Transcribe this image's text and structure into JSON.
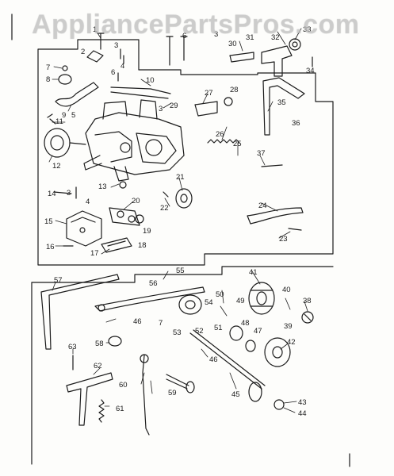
{
  "watermark": "AppliancePartsPros.com",
  "colors": {
    "ink": "#1b1b1b",
    "paper": "#fdfdfb",
    "watermark": "#c8c8c8"
  },
  "callouts": [
    {
      "id": "1",
      "text": "1"
    },
    {
      "id": "2",
      "text": "2"
    },
    {
      "id": "3a",
      "text": "3"
    },
    {
      "id": "3b",
      "text": "3"
    },
    {
      "id": "3c",
      "text": "3"
    },
    {
      "id": "3d",
      "text": "3"
    },
    {
      "id": "4a",
      "text": "4"
    },
    {
      "id": "4b",
      "text": "4"
    },
    {
      "id": "5",
      "text": "5"
    },
    {
      "id": "6a",
      "text": "6"
    },
    {
      "id": "6b",
      "text": "6"
    },
    {
      "id": "7a",
      "text": "7"
    },
    {
      "id": "7b",
      "text": "7"
    },
    {
      "id": "8",
      "text": "8"
    },
    {
      "id": "9",
      "text": "9"
    },
    {
      "id": "10",
      "text": "10"
    },
    {
      "id": "11",
      "text": "11"
    },
    {
      "id": "12",
      "text": "12"
    },
    {
      "id": "13",
      "text": "13"
    },
    {
      "id": "14",
      "text": "14"
    },
    {
      "id": "15",
      "text": "15"
    },
    {
      "id": "16",
      "text": "16"
    },
    {
      "id": "17",
      "text": "17"
    },
    {
      "id": "18",
      "text": "18"
    },
    {
      "id": "19",
      "text": "19"
    },
    {
      "id": "20",
      "text": "20"
    },
    {
      "id": "21",
      "text": "21"
    },
    {
      "id": "22",
      "text": "22"
    },
    {
      "id": "23",
      "text": "23"
    },
    {
      "id": "24",
      "text": "24"
    },
    {
      "id": "25",
      "text": "25"
    },
    {
      "id": "26",
      "text": "26"
    },
    {
      "id": "27",
      "text": "27"
    },
    {
      "id": "28",
      "text": "28"
    },
    {
      "id": "29",
      "text": "29"
    },
    {
      "id": "30",
      "text": "30"
    },
    {
      "id": "31",
      "text": "31"
    },
    {
      "id": "32",
      "text": "32"
    },
    {
      "id": "33",
      "text": "33"
    },
    {
      "id": "34",
      "text": "34"
    },
    {
      "id": "35",
      "text": "35"
    },
    {
      "id": "36",
      "text": "36"
    },
    {
      "id": "37",
      "text": "37"
    },
    {
      "id": "38",
      "text": "38"
    },
    {
      "id": "39",
      "text": "39"
    },
    {
      "id": "40",
      "text": "40"
    },
    {
      "id": "41",
      "text": "41"
    },
    {
      "id": "42",
      "text": "42"
    },
    {
      "id": "43",
      "text": "43"
    },
    {
      "id": "44",
      "text": "44"
    },
    {
      "id": "45",
      "text": "45"
    },
    {
      "id": "46a",
      "text": "46"
    },
    {
      "id": "46b",
      "text": "46"
    },
    {
      "id": "47",
      "text": "47"
    },
    {
      "id": "48",
      "text": "48"
    },
    {
      "id": "49",
      "text": "49"
    },
    {
      "id": "50",
      "text": "50"
    },
    {
      "id": "51",
      "text": "51"
    },
    {
      "id": "52",
      "text": "52"
    },
    {
      "id": "53",
      "text": "53"
    },
    {
      "id": "54",
      "text": "54"
    },
    {
      "id": "55",
      "text": "55"
    },
    {
      "id": "56",
      "text": "56"
    },
    {
      "id": "57",
      "text": "57"
    },
    {
      "id": "58",
      "text": "58"
    },
    {
      "id": "59",
      "text": "59"
    },
    {
      "id": "60",
      "text": "60"
    },
    {
      "id": "61",
      "text": "61"
    },
    {
      "id": "62",
      "text": "62"
    },
    {
      "id": "63",
      "text": "63"
    }
  ]
}
